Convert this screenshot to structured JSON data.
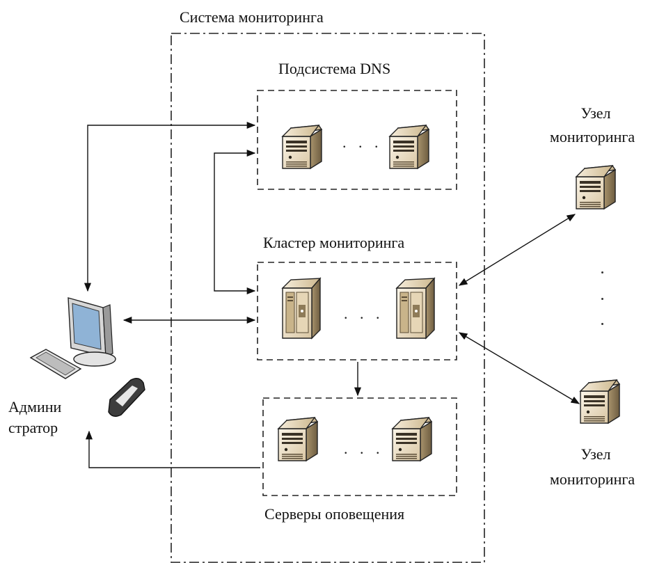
{
  "labels": {
    "system": "Система мониторинга",
    "dns": "Подсистема DNS",
    "cluster": "Кластер мониторинга",
    "notify": "Серверы оповещения",
    "admin_line1": "Админи",
    "admin_line2": "стратор",
    "node_top_line1": "Узел",
    "node_top_line2": "мониторинга",
    "node_bottom_line1": "Узел",
    "node_bottom_line2": "мониторинга"
  },
  "ellipsis": ". . .",
  "icons": {
    "server": "server-icon",
    "cluster_server": "cluster-server-icon",
    "computer": "computer-icon",
    "phone": "phone-icon",
    "keyboard": "keyboard-icon"
  },
  "colors": {
    "server_light": "#f3ead8",
    "server_mid": "#d9c6a3",
    "server_dark": "#8b7a5c",
    "line": "#111111"
  }
}
